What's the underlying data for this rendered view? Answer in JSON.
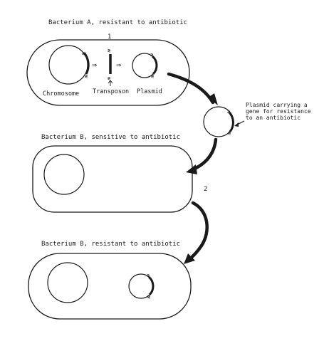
{
  "panel_a": {
    "title": "Bacterium A, resistant to antibiotic",
    "step": "1",
    "chromosome_label": "Chromosome",
    "transposon_label": "Transposon",
    "plasmid_label": "Plasmid"
  },
  "plasmid_callout": {
    "line1": "Plasmid carrying a",
    "line2": "gene for resistance",
    "line3": "to an antibiotic"
  },
  "panel_b_sensitive": {
    "title": "Bacterium B, sensitive to antibiotic",
    "step": "2"
  },
  "panel_b_resistant": {
    "title": "Bacterium B, resistant to antibiotic"
  },
  "colors": {
    "ink": "#1a1a1a",
    "background": "#ffffff"
  }
}
